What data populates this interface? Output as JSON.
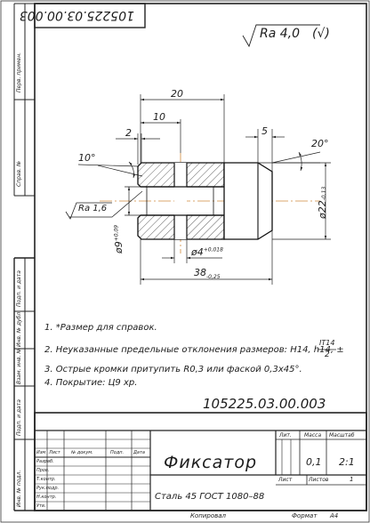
{
  "doc_number_rotated": "105225.03.00.003",
  "doc_number": "105225.03.00.003",
  "roughness": {
    "label": "Ra 4,0",
    "suffix": "(√)"
  },
  "dims": {
    "d20": "20",
    "d10": "10",
    "d2": "2",
    "d5": "5",
    "a10": "10°",
    "a20": "20°",
    "ra_local": "Ra 1,6",
    "phi9": "ø9",
    "phi9_tol": "+0,09",
    "phi4": "ø4",
    "phi4_tol": "+0,018",
    "phi22": "ø22",
    "phi22_tol": "-0,13",
    "len38": "38",
    "len38_tol": "-0,25"
  },
  "notes": [
    "1. *Размер для справок.",
    "2. Неуказанные предельные отклонения размеров: H14, h14, ±",
    "3. Острые кромки притупить R0,3 или фаской 0,3х45°.",
    "4. Покрытие: Ц9 хр."
  ],
  "note2_frac": {
    "num": "IT14",
    "den": "2"
  },
  "title_block": {
    "part_name": "Фиксатор",
    "material": "Сталь 45 ГОСТ 1080–88",
    "lit": "Лит.",
    "mass": "Масса",
    "scale": "Масштаб",
    "mass_value": "0,1",
    "scale_value": "2:1",
    "sheet": "Лист",
    "sheets": "Листов",
    "sheets_value": "1",
    "hdr": [
      "Изм",
      "Лист",
      "№ докум.",
      "Подп.",
      "Дата"
    ],
    "roles": [
      "Разраб.",
      "Пров.",
      "Т.контр.",
      "Рук.подр.",
      "Н.контр.",
      "Утв."
    ],
    "copied": "Копировал",
    "format": "Формат",
    "format_value": "А4"
  },
  "margin_labels": [
    "Перв. примен.",
    "Справ. №",
    "Подп. и дата",
    "Инв. № дубл.",
    "Взам. инв. №",
    "Подп. и дата",
    "Инв. № подл."
  ]
}
